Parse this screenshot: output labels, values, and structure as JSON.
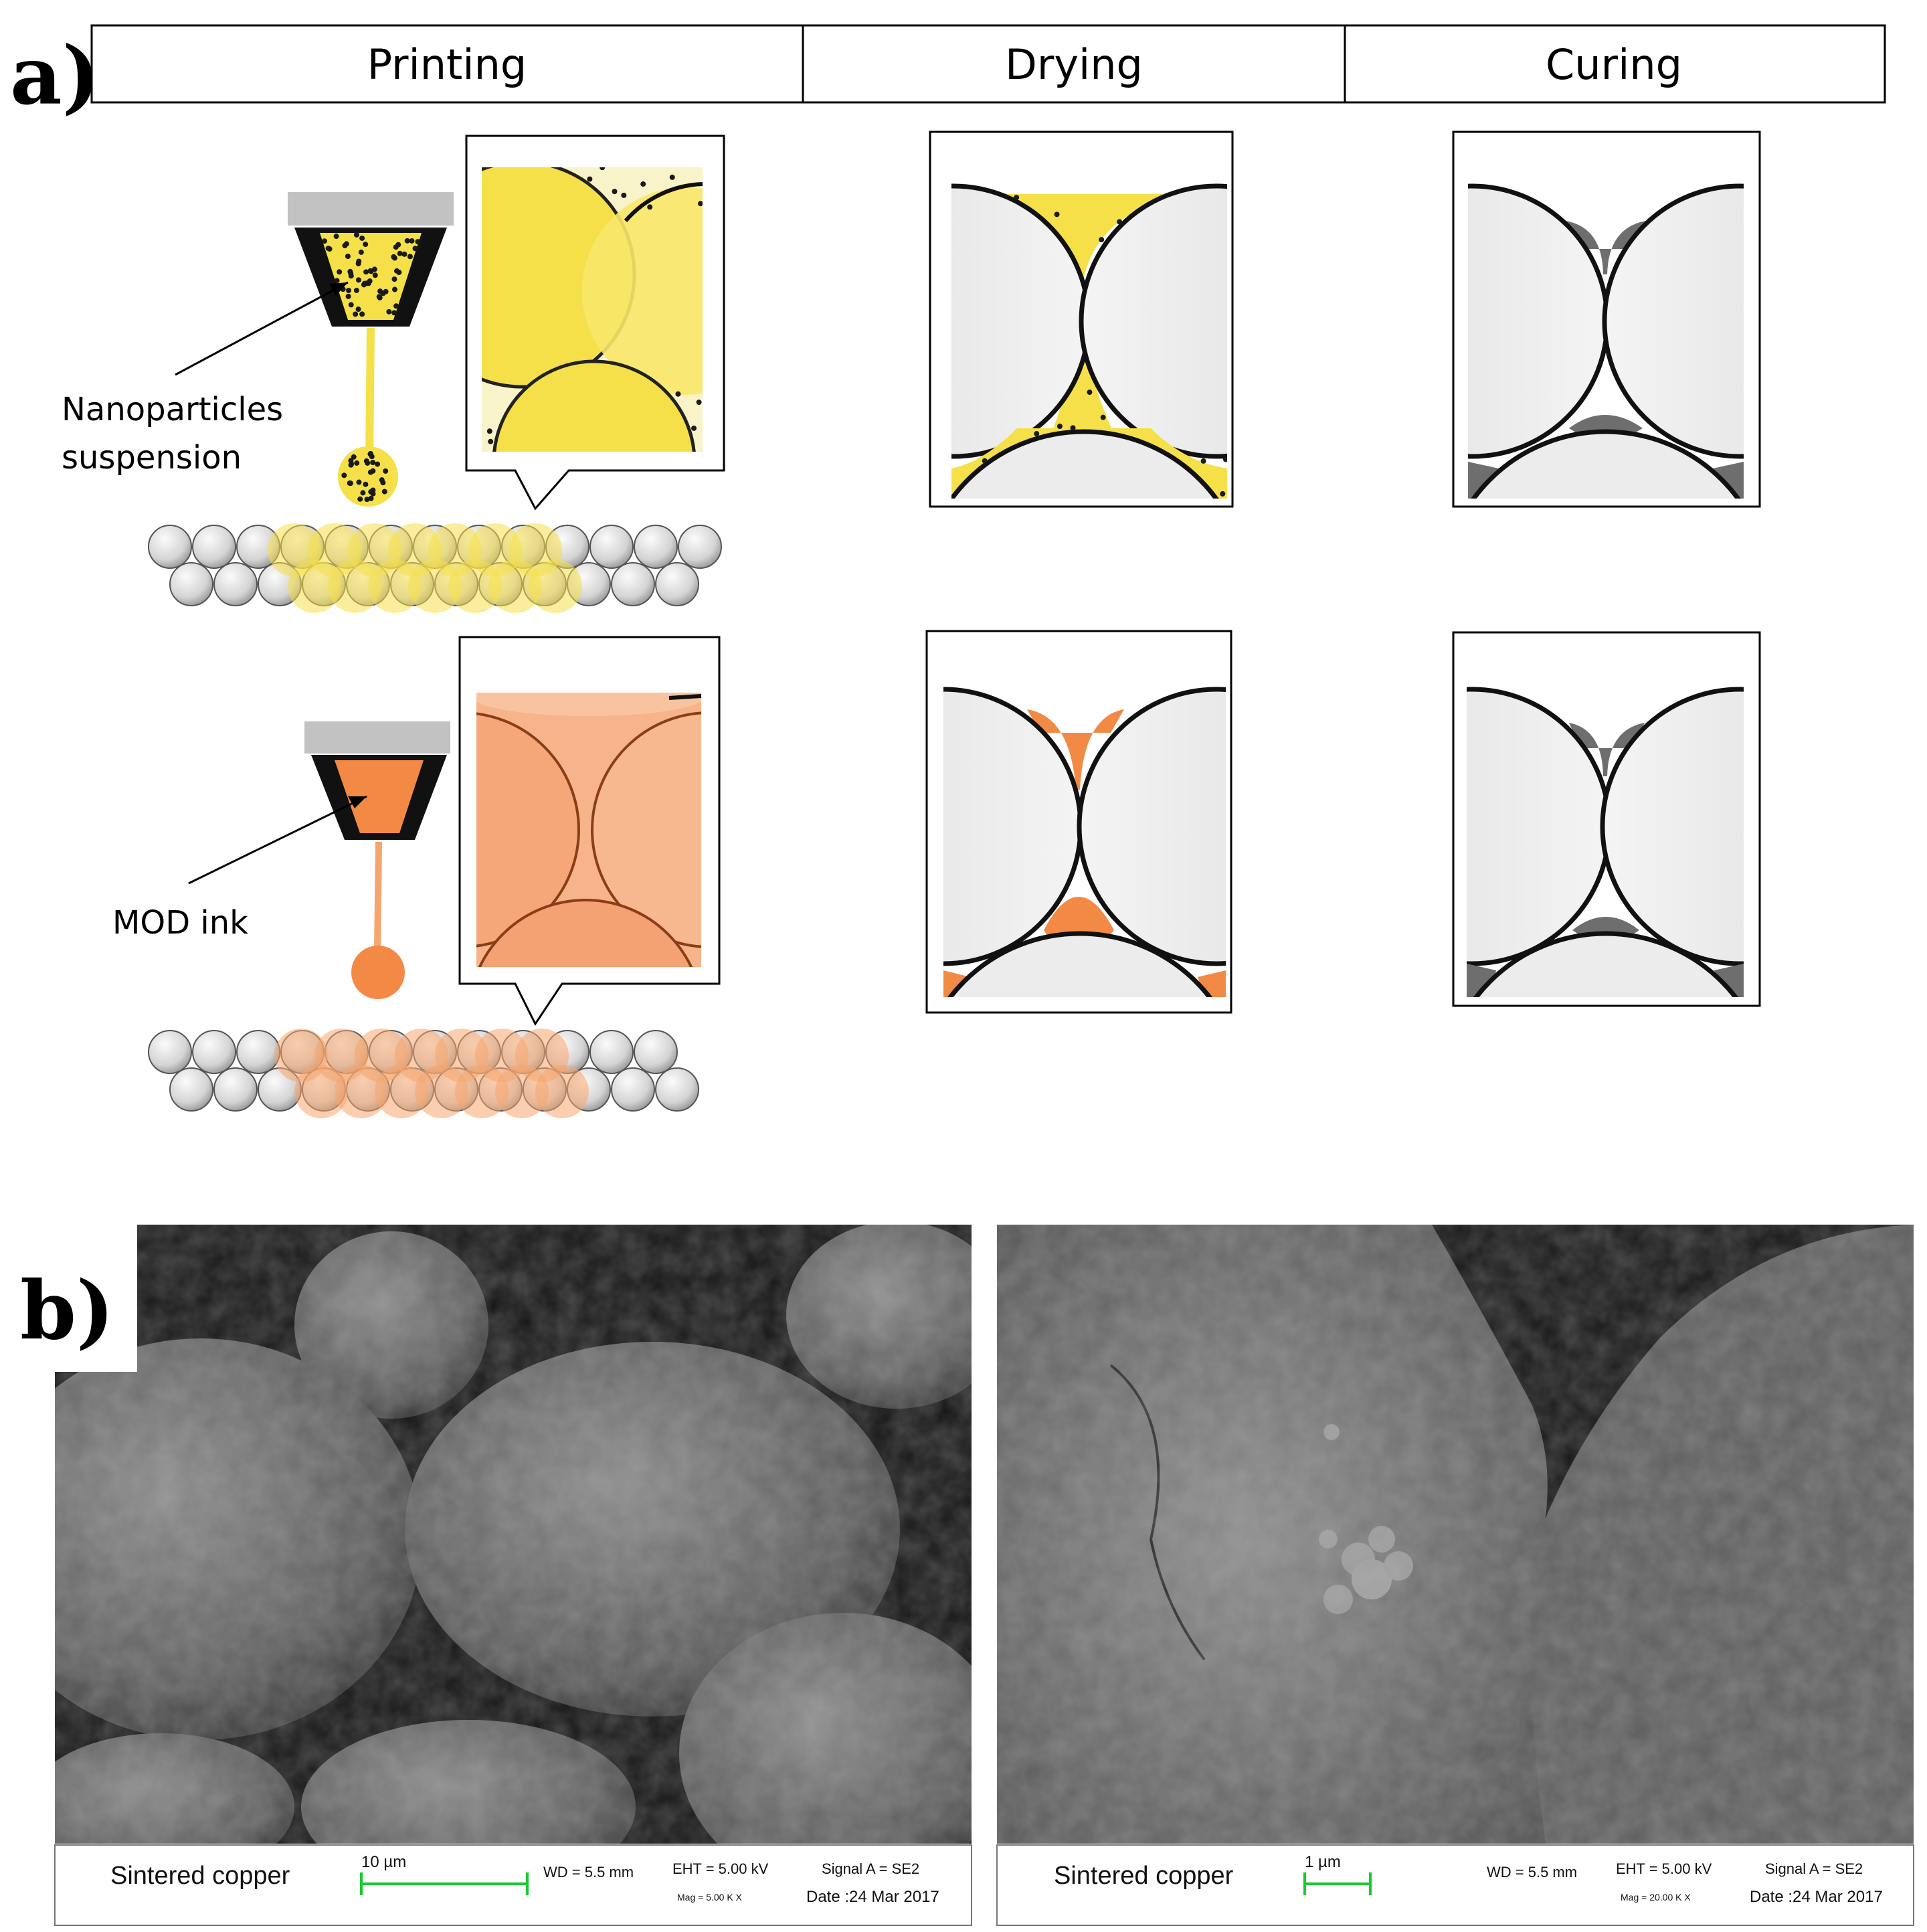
{
  "panels": {
    "a": {
      "label": "a)",
      "columns": [
        "Printing",
        "Drying",
        "Curing"
      ],
      "rows": [
        {
          "ink": "Nanoparticles suspension",
          "ink_lines": [
            "Nanoparticles",
            "suspension"
          ],
          "color": "#f5e04a",
          "dot_color": "#1a1a1a"
        },
        {
          "ink": "MOD ink",
          "ink_lines": [
            "MOD ink"
          ],
          "color": "#f7a56e",
          "fill_color": "#f28a45"
        }
      ],
      "cured_color": "#6e6e6e"
    },
    "b": {
      "label": "b)",
      "images": [
        {
          "sample": "Sintered copper",
          "scale_bar": "10 µm",
          "wd": "WD = 5.5 mm",
          "eht": "EHT = 5.00 kV",
          "signal": "Signal A = SE2",
          "mag": "Mag = 5.00 K X",
          "date": "Date :24 Mar 2017"
        },
        {
          "sample": "Sintered copper",
          "scale_bar": "1 µm",
          "wd": "WD = 5.5 mm",
          "eht": "EHT = 5.00 kV",
          "signal": "Signal A = SE2",
          "mag": "Mag = 20.00 K X",
          "date": "Date :24 Mar 2017"
        }
      ]
    }
  }
}
